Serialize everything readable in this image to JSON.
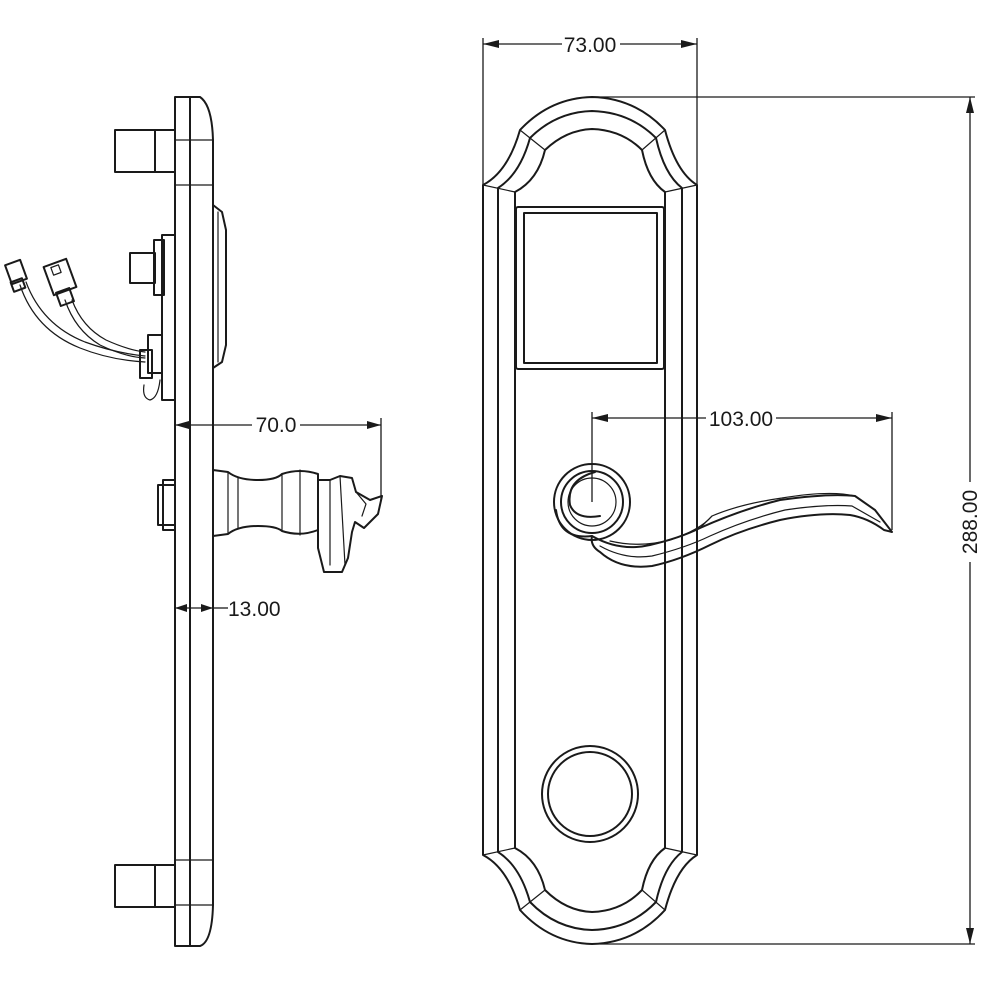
{
  "dimensions": {
    "plate_width": "73.00",
    "plate_height": "288.00",
    "lever_length": "103.00",
    "lever_projection": "70.0",
    "plate_thickness": "13.00"
  },
  "colors": {
    "line": "#1a1a1a",
    "background": "#ffffff"
  }
}
